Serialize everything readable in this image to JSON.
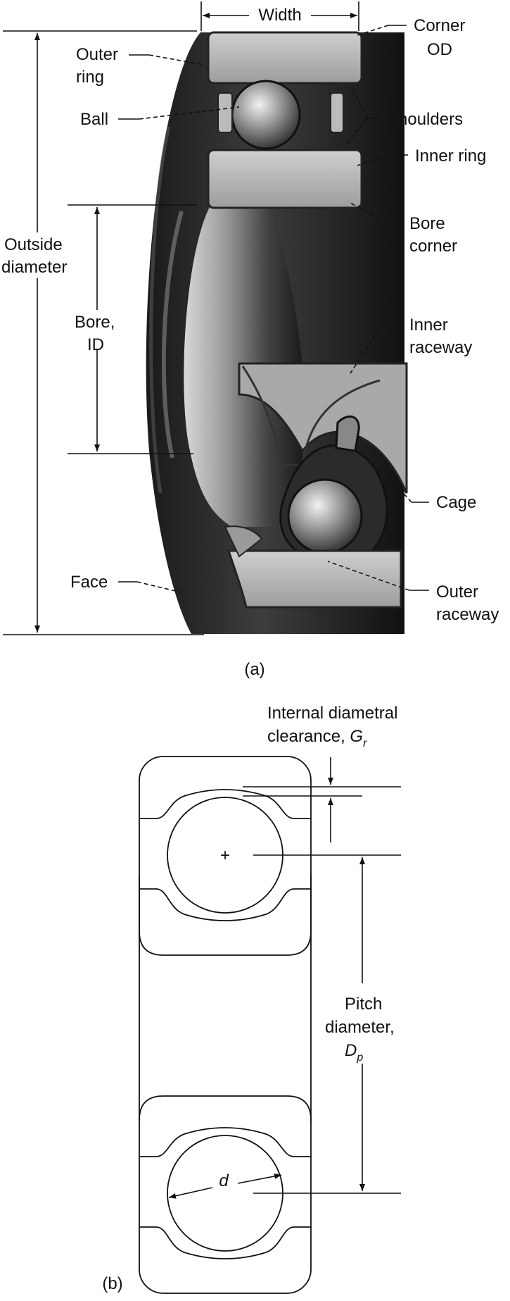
{
  "figure_a": {
    "panel_label": "(a)",
    "labels": {
      "width": "Width",
      "corner_od_line1": "Corner",
      "corner_od_line2": "OD",
      "outer_ring_line1": "Outer",
      "outer_ring_line2": "ring",
      "ball": "Ball",
      "shoulders": "Shoulders",
      "inner_ring": "Inner ring",
      "outside_diameter_line1": "Outside",
      "outside_diameter_line2": "diameter",
      "bore_corner_line1": "Bore",
      "bore_corner_line2": "corner",
      "bore_id_line1": "Bore,",
      "bore_id_line2": "ID",
      "inner_raceway_line1": "Inner",
      "inner_raceway_line2": "raceway",
      "cage": "Cage",
      "face": "Face",
      "outer_raceway_line1": "Outer",
      "outer_raceway_line2": "raceway"
    }
  },
  "figure_b": {
    "panel_label": "(b)",
    "labels": {
      "clearance_line1": "Internal diametral",
      "clearance_line2": "clearance, ",
      "clearance_symbol": "G",
      "clearance_subscript": "r",
      "pitch_line1": "Pitch",
      "pitch_line2": "diameter,",
      "pitch_symbol": "D",
      "pitch_subscript": "p",
      "ball_diameter_symbol": "d",
      "center_mark": "+"
    }
  }
}
